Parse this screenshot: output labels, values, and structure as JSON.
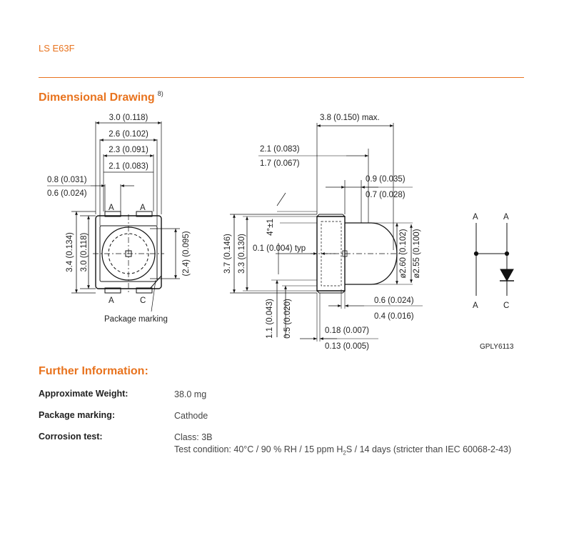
{
  "header": {
    "product": "LS E63F"
  },
  "dimensional_drawing": {
    "title": "Dimensional Drawing",
    "footnote_ref": "8)",
    "front_view": {
      "width_total": "3.0 (0.118)",
      "width_inner": "2.6 (0.102)",
      "width_body": "2.3 (0.091)",
      "width_lens": "2.1 (0.083)",
      "lead_width_max": "0.8 (0.031)",
      "lead_width_min": "0.6 (0.024)",
      "height_total": "3.4 (0.134)",
      "height_body": "3.0 (0.118)",
      "lens_height": "(2.4) (0.095)",
      "pin_top_left": "A",
      "pin_top_right": "A",
      "pin_bottom_left": "A",
      "pin_bottom_right": "C",
      "package_marking_label": "Package marking"
    },
    "side_view": {
      "length_max": "3.8 (0.150) max.",
      "lens_offset_max": "2.1 (0.083)",
      "lens_offset_min": "1.7 (0.067)",
      "lead_len_max": "0.9 (0.035)",
      "lead_len_min": "0.7 (0.028)",
      "angle": "4°±1",
      "height_max": "3.7 (0.146)",
      "height_min": "3.3 (0.130)",
      "typ_gap": "0.1 (0.004) typ",
      "dia_max": "ø2.60 (0.102)",
      "dia_min": "ø2.55 (0.100)",
      "standoff_max": "1.1 (0.043)",
      "standoff_min": "0.5 (0.020)",
      "lead_thk_max": "0.6 (0.024)",
      "lead_thk_min": "0.4 (0.016)",
      "pad_max": "0.18 (0.007)",
      "pad_min": "0.13 (0.005)"
    },
    "schematic": {
      "top_left": "A",
      "top_right": "A",
      "bottom_left": "A",
      "bottom_right": "C"
    },
    "drawing_code": "GPLY6113"
  },
  "further_information": {
    "title": "Further Information:",
    "rows": [
      {
        "label": "Approximate Weight:",
        "value": "38.0 mg"
      },
      {
        "label": "Package marking:",
        "value": "Cathode"
      },
      {
        "label": "Corrosion test:",
        "value": "Class: 3B"
      }
    ],
    "corrosion_condition_prefix": "Test condition: 40°C / 90 % RH / 15 ppm H",
    "corrosion_condition_sub": "2",
    "corrosion_condition_suffix": "S / 14 days (stricter than IEC 60068-2-43)"
  },
  "colors": {
    "accent": "#e8731e",
    "text": "#222222",
    "line": "#111111"
  }
}
